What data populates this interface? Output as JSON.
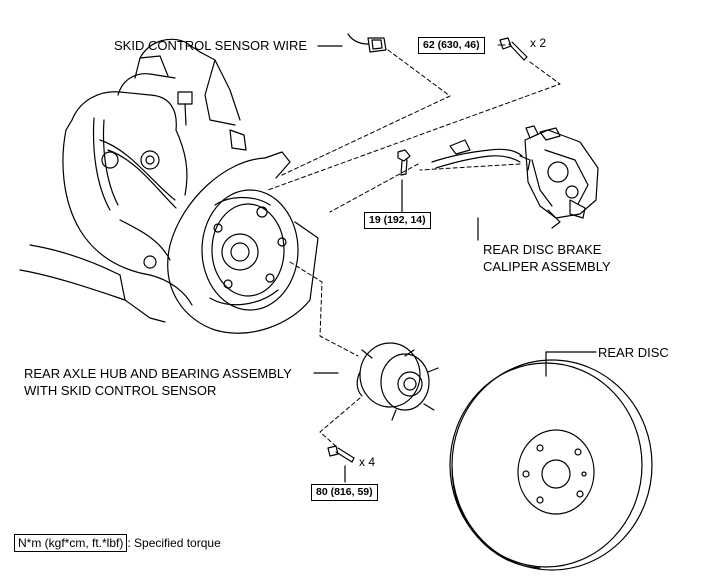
{
  "labels": {
    "sensor_wire": "SKID CONTROL SENSOR WIRE",
    "caliper_line1": "REAR DISC BRAKE",
    "caliper_line2": "CALIPER ASSEMBLY",
    "rear_disc": "REAR DISC",
    "hub_line1": "REAR AXLE HUB AND BEARING ASSEMBLY",
    "hub_line2": "WITH SKID CONTROL SENSOR"
  },
  "torques": {
    "caliper_bolt": "62 (630, 46)",
    "caliper_bolt_qty": "x 2",
    "sensor_bolt": "19 (192, 14)",
    "hub_bolt": "80 (816, 59)",
    "hub_bolt_qty": "x 4"
  },
  "legend": {
    "unit_box": "N*m (kgf*cm, ft.*lbf)",
    "description": ": Specified torque"
  }
}
